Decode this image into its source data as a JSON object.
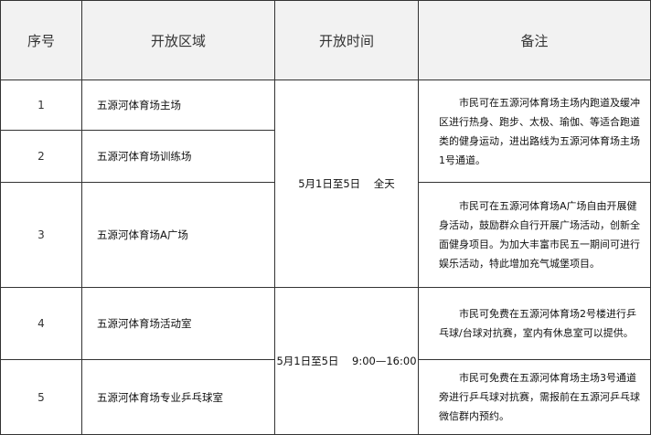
{
  "headers": [
    "序号",
    "开放区域",
    "开放时间",
    "备注"
  ],
  "rows": [
    {
      "no": "1",
      "area": "五源河体育场主场"
    },
    {
      "no": "2",
      "area": "五源河体育场训练场"
    },
    {
      "no": "3",
      "area": "五源河体育场A广场"
    },
    {
      "no": "4",
      "area": "五源河体育场活动室"
    },
    {
      "no": "5",
      "area": "五源河体育场专业乒乓球室"
    }
  ],
  "times": [
    "5月1日至5日    全天",
    "5月1日至5日    9:00—16:00"
  ],
  "notes": [
    "市民可在五源河体育场主场内跑道及缓冲区进行热身、跑步、太极、瑜伽、等适合跑道类的健身运动，进出路线为五源河体育场主场1号通道。",
    "市民可在五源河体育场A广场自由开展健身活动，鼓励群众自行开展广场活动，创新全面健身项目。为加大丰富市民五一期间可进行娱乐活动，特此增加充气城堡项目。",
    "市民可免费在五源河体育场2号楼进行乒乓球/台球对抗赛，室内有休息室可以提供。",
    "市民可免费在五源河体育场主场3号通道旁进行乒乓球对抗赛，需报前在五源河乒乓球微信群内预约。"
  ]
}
